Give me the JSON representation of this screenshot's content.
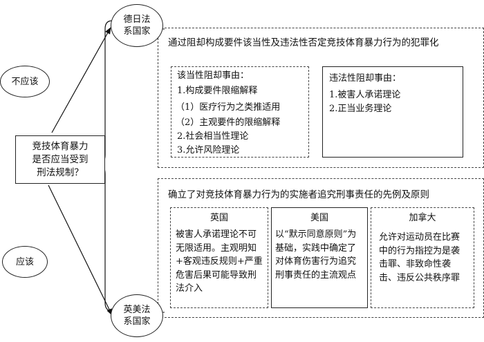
{
  "nodes": {
    "center_question": {
      "line1": "竞技体育暴力",
      "line2": "是否应当受到",
      "line3": "刑法规制？"
    },
    "label_no": "不应该",
    "label_yes": "应该",
    "germany_japan": {
      "line1": "德日法",
      "line2": "系国家"
    },
    "anglo_american": {
      "line1": "英美法",
      "line2": "系国家"
    }
  },
  "top_section": {
    "title": "通过阻却构成要件该当性及违法性否定竞技体育暴力行为的犯罪化",
    "left_box": {
      "heading": "该当性阻却事由：",
      "items": [
        "1.构成要件限缩解释",
        "（1）医疗行为之类推适用",
        "（2）主观要件的限缩解释",
        "2.社会相当性理论",
        "3.允许风险理论"
      ]
    },
    "right_box": {
      "heading": "违法性阻却事由：",
      "items": [
        "1.被害人承诺理论",
        "2.正当业务理论"
      ]
    }
  },
  "bottom_section": {
    "title": "确立了对竞技体育暴力行为的实施者追究刑事责任的先例及原则",
    "columns": [
      {
        "header": "英国",
        "body": "被害人承诺理论不可无限适用。主观明知+客观违反规则+严重危害后果可能导致刑法介入"
      },
      {
        "header": "美国",
        "body": "以“默示同意原则”为基础，实践中确定了对体育伤害行为追究刑事责任的主流观点"
      },
      {
        "header": "加拿大",
        "body": "允许对运动员在比赛中的行为指控为是袭击罪、非致命性袭击、违反公共秩序罪"
      }
    ]
  }
}
